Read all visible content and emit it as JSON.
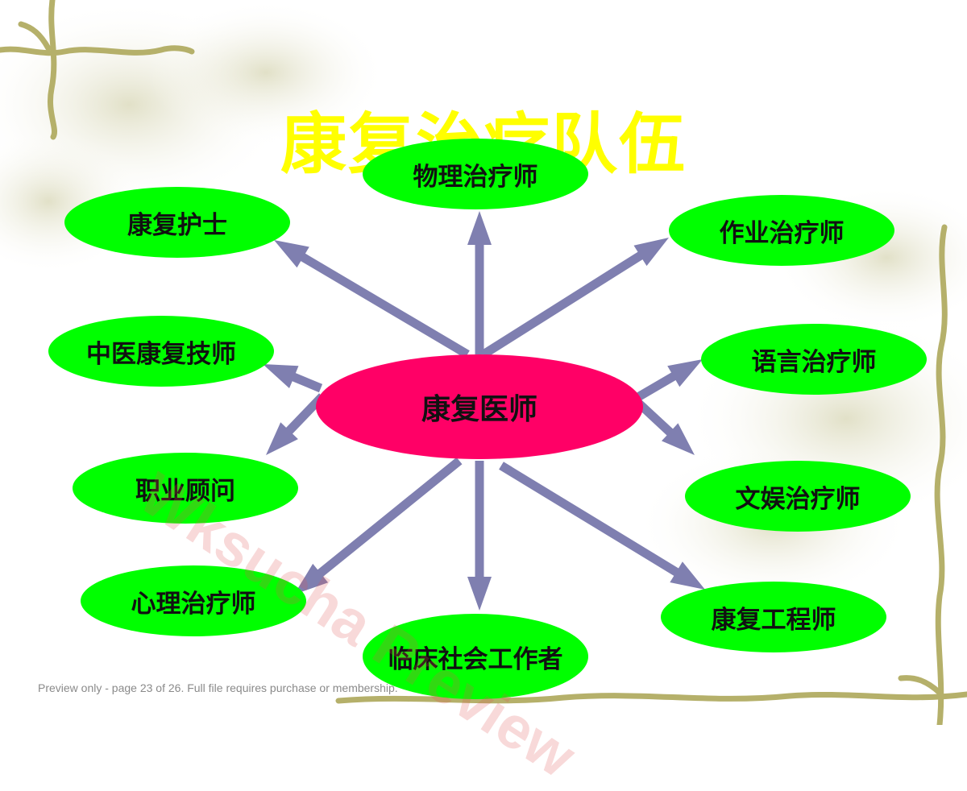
{
  "slide": {
    "title": "康复治疗队伍",
    "title_color": "#ffff00"
  },
  "center_node": {
    "label": "康复医师",
    "color": "#ff0066"
  },
  "outer_nodes": [
    {
      "id": "physio",
      "label": "物理治疗师"
    },
    {
      "id": "nurse",
      "label": "康复护士"
    },
    {
      "id": "occupational",
      "label": "作业治疗师"
    },
    {
      "id": "tcm",
      "label": "中医康复技师"
    },
    {
      "id": "speech",
      "label": "语言治疗师"
    },
    {
      "id": "vocational",
      "label": "职业顾问"
    },
    {
      "id": "recreation",
      "label": "文娱治疗师"
    },
    {
      "id": "psych",
      "label": "心理治疗师"
    },
    {
      "id": "engineer",
      "label": "康复工程师"
    },
    {
      "id": "social",
      "label": "临床社会工作者"
    }
  ],
  "node_color": "#00ff00",
  "arrow_color": "#7f7fb0",
  "decoration": {
    "vine": "vine-ornament",
    "background": "blossom-watercolor"
  },
  "watermark": "Wksucha Preview",
  "footer": "Preview only - page 23 of 26. Full file requires purchase or membership."
}
